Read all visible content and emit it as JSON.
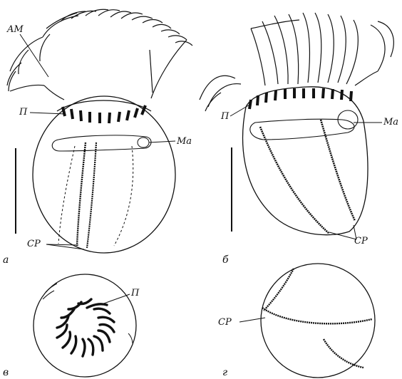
{
  "labels": {
    "am": "AM",
    "p": "П",
    "ma": "Ma",
    "cp": "CP"
  },
  "panels": {
    "a": "a",
    "b": "б",
    "v": "в",
    "g": "г"
  },
  "colors": {
    "ink": "#111111",
    "background": "#ffffff"
  }
}
